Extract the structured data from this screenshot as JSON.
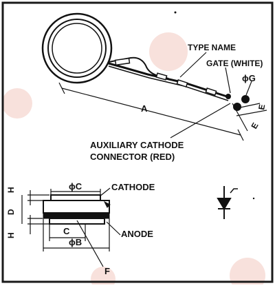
{
  "labels": {
    "type_name": "TYPE NAME",
    "gate": "GATE (WHITE)",
    "phi_g": "ϕG",
    "dim_a": "A",
    "dim_e1": "E",
    "dim_e2": "E",
    "aux_line1": "AUXILIARY CATHODE",
    "aux_line2": "CONNECTOR (RED)",
    "phi_c": "ϕC",
    "cathode": "CATHODE",
    "anode": "ANODE",
    "dim_h_top": "H",
    "dim_h_bottom": "H",
    "dim_d": "D",
    "dim_c": "C",
    "phi_b": "ϕB",
    "dim_f": "F"
  },
  "colors": {
    "ink": "#111111",
    "frame": "#1a1a1a",
    "watermark": "#f2c8c0"
  }
}
